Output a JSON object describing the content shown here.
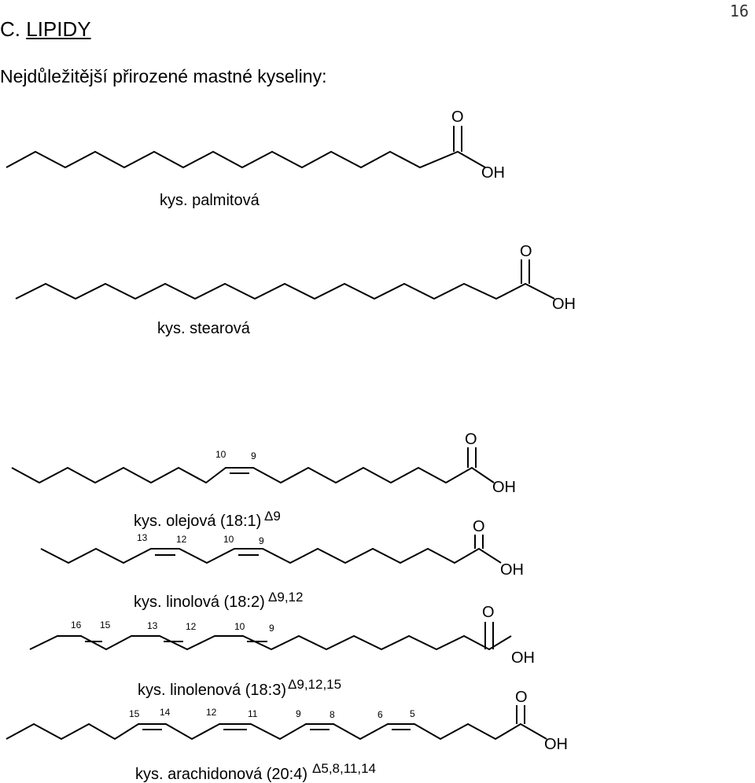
{
  "header": {
    "prefix": "C.",
    "title": "LIPIDY"
  },
  "page_number": "16",
  "subtitle": "Nejdůležitější přirozené mastné kyseliny:",
  "acids": [
    {
      "id": "palmitic",
      "name": "kys. palmitová",
      "oxygen": "O",
      "hydroxyl": "OH",
      "carbon_labels": [],
      "delta": ""
    },
    {
      "id": "stearic",
      "name": "kys. stearová",
      "oxygen": "O",
      "hydroxyl": "OH",
      "carbon_labels": [],
      "delta": ""
    },
    {
      "id": "oleic",
      "name": "kys. olejová (18:1)",
      "oxygen": "O",
      "hydroxyl": "OH",
      "carbon_labels": [
        "10",
        "9"
      ],
      "delta": "9"
    },
    {
      "id": "linoleic",
      "name": "kys. linolová (18:2)",
      "oxygen": "O",
      "hydroxyl": "OH",
      "carbon_labels": [
        "13",
        "12",
        "10",
        "9"
      ],
      "delta": "9,12"
    },
    {
      "id": "linolenic",
      "name": "kys. linolenová (18:3)",
      "oxygen": "O",
      "hydroxyl": "OH",
      "carbon_labels": [
        "16",
        "15",
        "13",
        "12",
        "10",
        "9"
      ],
      "delta": "9,12,15"
    },
    {
      "id": "arachidonic",
      "name": "kys. arachidonová (20:4)",
      "oxygen": "O",
      "hydroxyl": "OH",
      "carbon_labels": [
        "15",
        "14",
        "12",
        "11",
        "9",
        "8",
        "6",
        "5"
      ],
      "delta": "5,8,11,14"
    }
  ],
  "symbols": {
    "delta": "Δ"
  }
}
